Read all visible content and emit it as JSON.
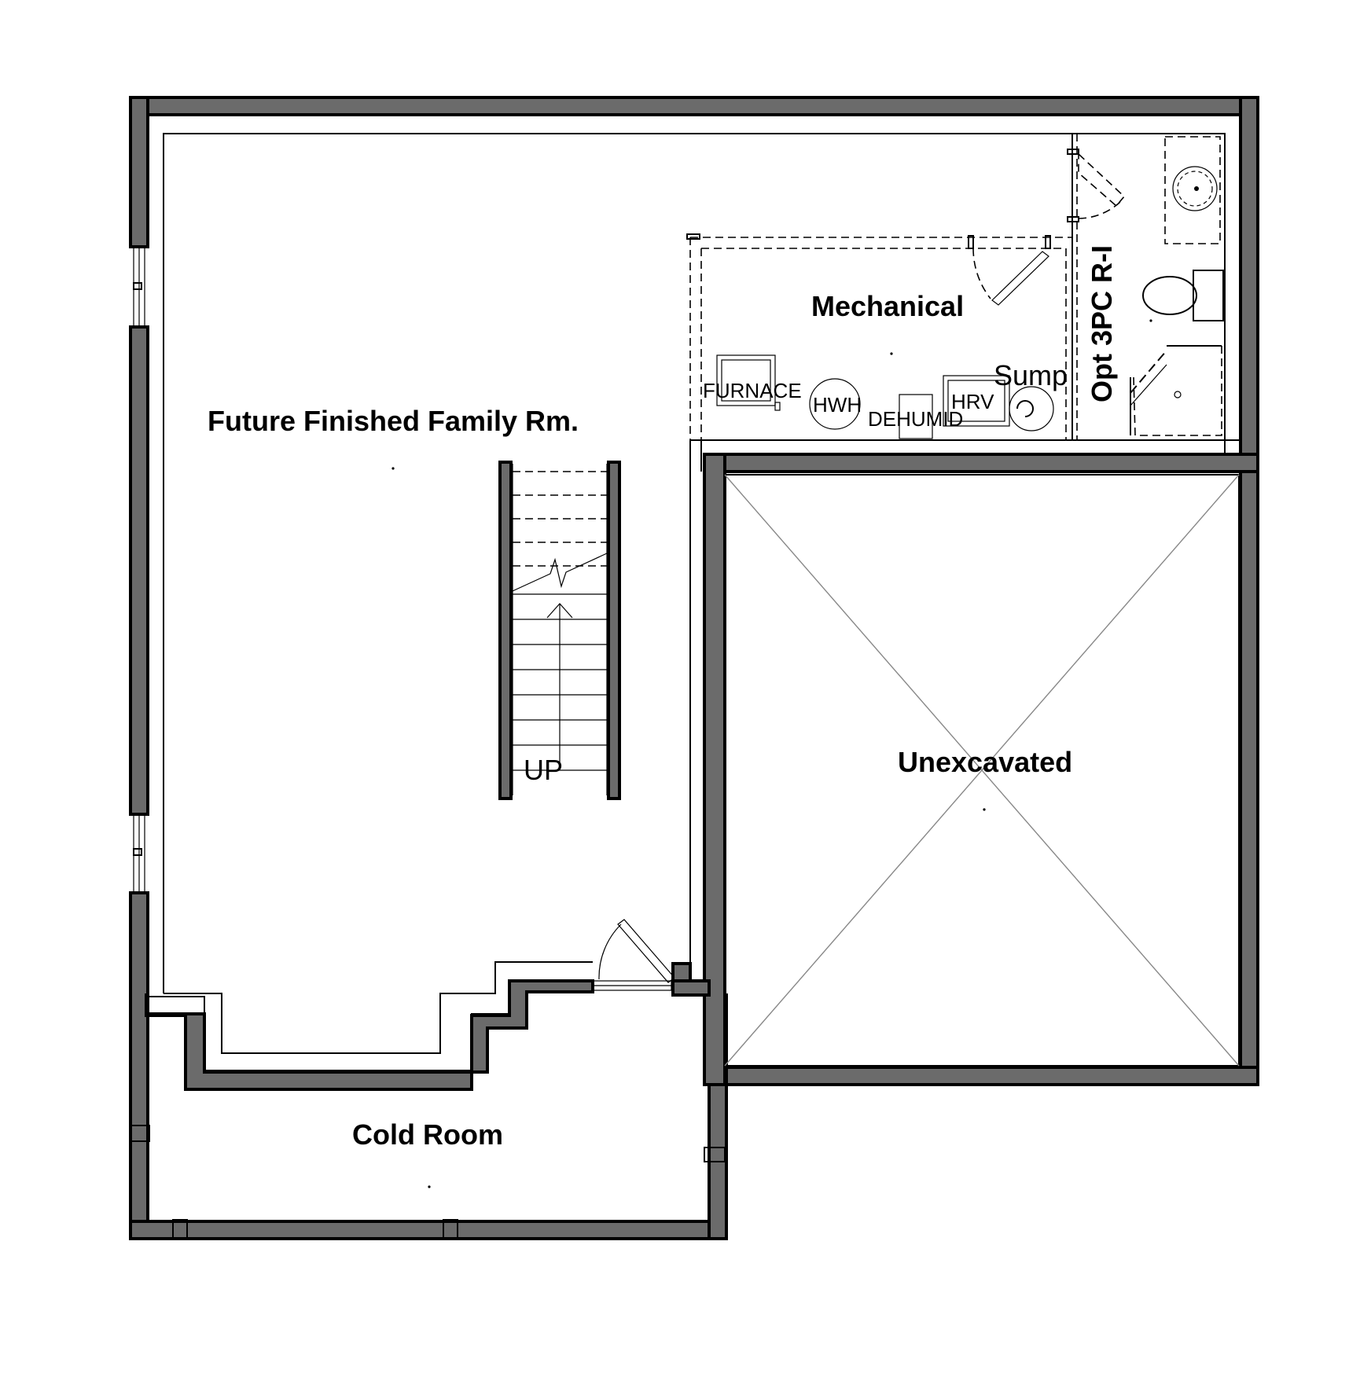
{
  "rooms": {
    "family": "Future Finished Family Rm.",
    "mechanical": "Mechanical",
    "bath": "Opt 3PC R-I",
    "unexcavated": "Unexcavated",
    "cold_room": "Cold Room"
  },
  "equipment": {
    "furnace": "FURNACE",
    "hwh": "HWH",
    "dehumid": "DEHUMID",
    "hrv": "HRV",
    "sump": "Sump"
  },
  "stairs": {
    "direction": "UP"
  }
}
